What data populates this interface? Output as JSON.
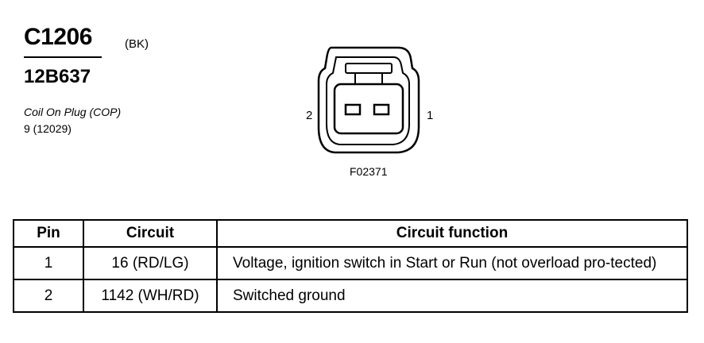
{
  "connector": {
    "id": "C1206",
    "color_code": "(BK)",
    "part_number": "12B637",
    "description": "Coil On Plug (COP)",
    "description_sub": "9 (12029)"
  },
  "diagram": {
    "pin_left_label": "2",
    "pin_right_label": "1",
    "figure_id": "F02371"
  },
  "table": {
    "headers": {
      "pin": "Pin",
      "circuit": "Circuit",
      "function": "Circuit function"
    },
    "rows": [
      {
        "pin": "1",
        "circuit": "16 (RD/LG)",
        "function": "Voltage, ignition switch in Start or Run (not overload pro-tected)"
      },
      {
        "pin": "2",
        "circuit": "1142 (WH/RD)",
        "function": "Switched ground"
      }
    ]
  }
}
